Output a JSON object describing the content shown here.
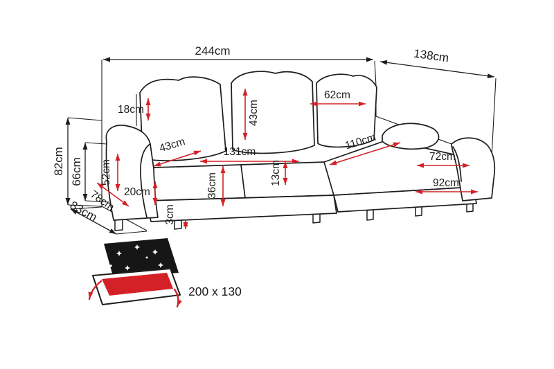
{
  "colors": {
    "outline": "#1d1d1b",
    "dimension_line_red": "#d42127",
    "background": "#ffffff",
    "bed_icon_dark": "#161616"
  },
  "labels": {
    "total_width": "244cm",
    "chaise_depth": "138cm",
    "total_height": "82cm",
    "backrest_height": "66cm",
    "sofa_depth": "83cm",
    "back_cushion_gap": "18cm",
    "back_cushion_width": "62cm",
    "back_cushion_height": "43cm",
    "seat_depth": "43cm",
    "seat_width": "131cm",
    "chaise_length": "110cm",
    "right_section_width": "72cm",
    "seat_cushion_thickness": "13cm",
    "seat_height": "36cm",
    "armrest_height": "52cm",
    "armrest_width": "20cm",
    "front_seat_depth": "78cm",
    "leg_height": "3cm",
    "chaise_front_width": "92cm"
  },
  "bed_icon": {
    "size_label": "200 x 130"
  }
}
